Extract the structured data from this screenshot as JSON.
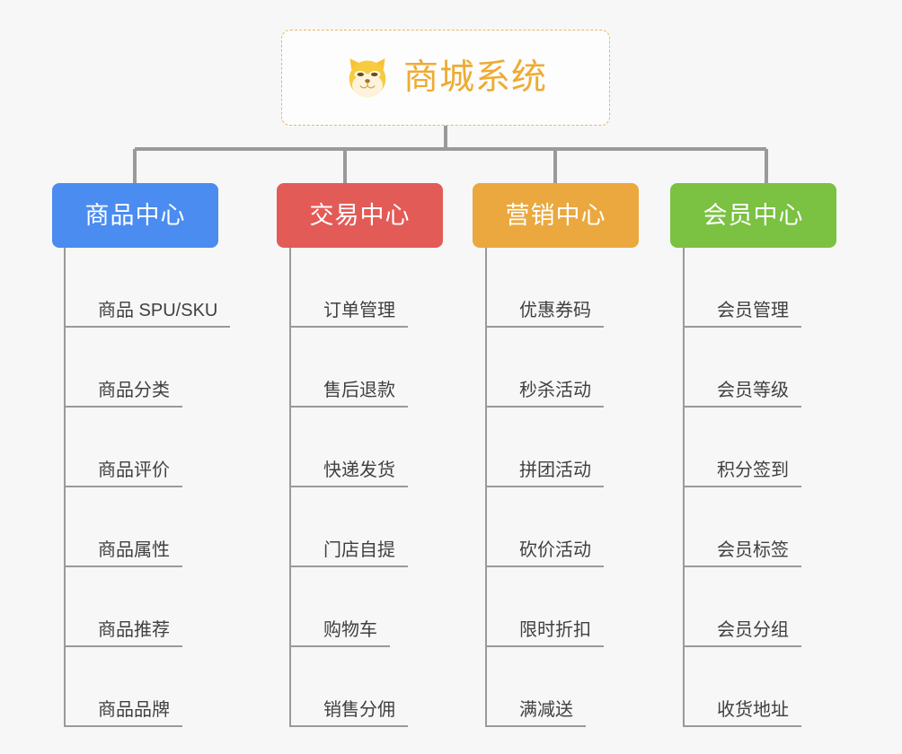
{
  "diagram": {
    "title": "商城系统",
    "background_color": "#f7f7f7",
    "connector_color": "#9a9a9a",
    "root": {
      "label": "商城系统",
      "icon": "shiba-dog-face-icon",
      "text_color": "#eeab33",
      "border_color": "#e8b563",
      "background_color": "#fdfdfd"
    },
    "categories": [
      {
        "label": "商品中心",
        "color": "#4a8cf0",
        "items": [
          "商品 SPU/SKU",
          "商品分类",
          "商品评价",
          "商品属性",
          "商品推荐",
          "商品品牌"
        ]
      },
      {
        "label": "交易中心",
        "color": "#e35b57",
        "items": [
          "订单管理",
          "售后退款",
          "快递发货",
          "门店自提",
          "购物车",
          "销售分佣"
        ]
      },
      {
        "label": "营销中心",
        "color": "#eaa83e",
        "items": [
          "优惠券码",
          "秒杀活动",
          "拼团活动",
          "砍价活动",
          "限时折扣",
          "满减送"
        ]
      },
      {
        "label": "会员中心",
        "color": "#7bc142",
        "items": [
          "会员管理",
          "会员等级",
          "积分签到",
          "会员标签",
          "会员分组",
          "收货地址"
        ]
      }
    ]
  }
}
